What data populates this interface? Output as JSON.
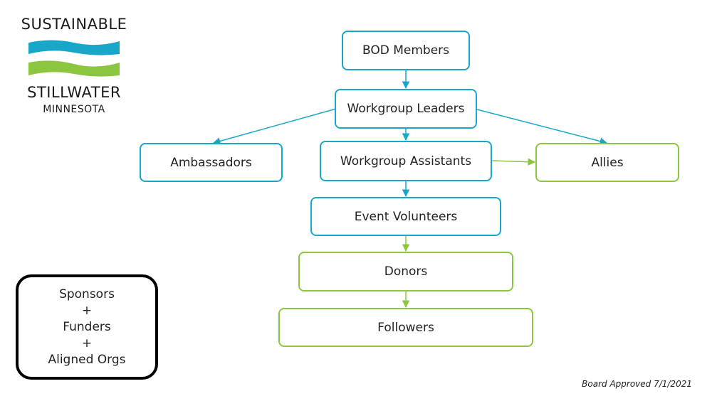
{
  "logo": {
    "line1": "SUSTAINABLE",
    "line2": "STILLWATER",
    "line3": "MINNESOTA",
    "colors": {
      "blue": "#19a7c9",
      "green": "#8cc63e"
    }
  },
  "nodes": {
    "bod": "BOD Members",
    "leaders": "Workgroup Leaders",
    "ambassadors": "Ambassadors",
    "assistants": "Workgroup Assistants",
    "allies": "Allies",
    "volunteers": "Event Volunteers",
    "donors": "Donors",
    "followers": "Followers"
  },
  "colors": {
    "blue_border": "#19a7c9",
    "green_border": "#8cc63e",
    "blue_arrow": "#19a7c9",
    "green_arrow": "#8cc63e"
  },
  "legend": {
    "line1": "Sponsors",
    "line2": "+",
    "line3": "Funders",
    "line4": "+",
    "line5": "Aligned Orgs"
  },
  "footnote": "Board Approved 7/1/2021"
}
